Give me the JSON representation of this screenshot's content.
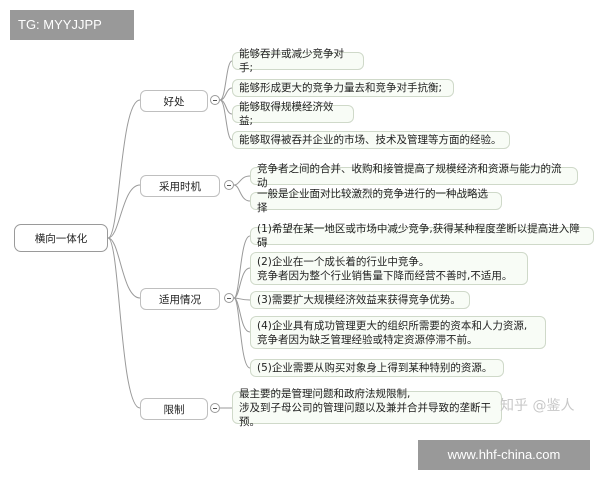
{
  "tag": "TG: MYYJJPP",
  "root": {
    "label": "横向一体化"
  },
  "branches": [
    {
      "label": "好处",
      "items": [
        "能够吞并或减少竞争对手;",
        "能够形成更大的竞争力量去和竞争对手抗衡;",
        "能够取得规模经济效益;",
        "能够取得被吞并企业的市场、技术及管理等方面的经验。"
      ]
    },
    {
      "label": "采用时机",
      "items": [
        "竞争者之间的合并、收购和接管提高了规模经济和资源与能力的流动",
        "一般是企业面对比较激烈的竞争进行的一种战略选择"
      ]
    },
    {
      "label": "适用情况",
      "items": [
        "(1)希望在某一地区或市场中减少竞争,获得某种程度垄断以提高进入障碍",
        "(2)企业在一个成长着的行业中竞争。",
        "竞争者因为整个行业销售量下降而经营不善时,不适用。",
        "(3)需要扩大规模经济效益来获得竞争优势。",
        "(4)企业具有成功管理更大的组织所需要的资本和人力资源,",
        "竞争者因为缺乏管理经验或特定资源停滞不前。",
        "(5)企业需要从购买对象身上得到某种特别的资源。"
      ]
    },
    {
      "label": "限制",
      "items": [
        "最主要的是管理问题和政府法规限制,",
        "涉及到子母公司的管理问题以及兼并合并导致的垄断干预。"
      ]
    }
  ],
  "watermark": "知乎 @鉴人",
  "url": "www.hhf-china.com"
}
